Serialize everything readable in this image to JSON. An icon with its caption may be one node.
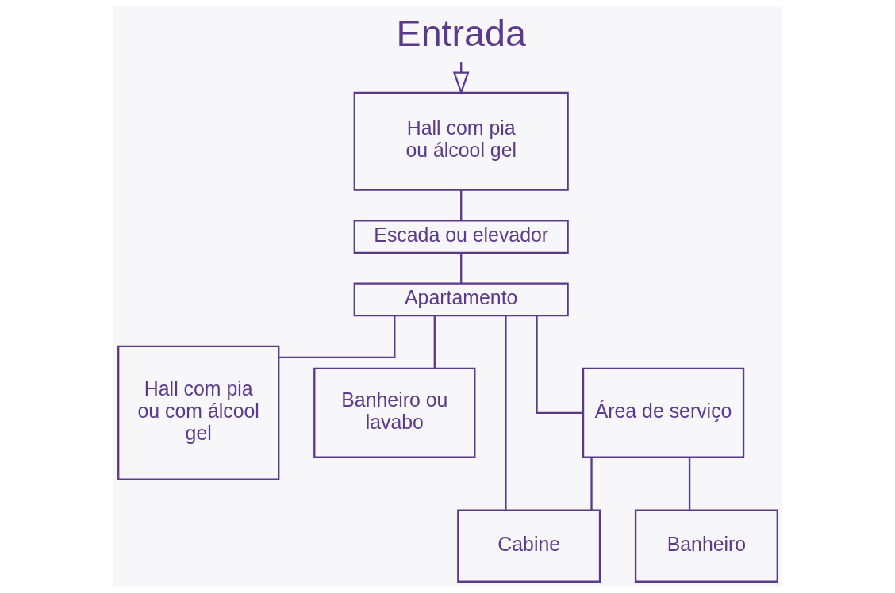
{
  "diagram": {
    "nodes": [
      {
        "text": [
          "Entrada"
        ]
      },
      {
        "text": [
          "Hall com pia ou álcool gel"
        ]
      },
      {
        "text": [
          "Escada ou elevador"
        ]
      },
      {
        "text": [
          "Apartamento"
        ]
      },
      {
        "text": [
          "Hall com pia ou com álcool gel"
        ]
      },
      {
        "text": [
          "Banheiro ou lavabo"
        ]
      },
      {
        "text": [
          "Área de serviço"
        ]
      },
      {
        "text": [
          "Cabine"
        ]
      },
      {
        "text": [
          "Banheiro"
        ]
      }
    ],
    "edges": [
      {
        "from": 0,
        "to": 1,
        "arrow": "to"
      },
      {
        "from": 1,
        "to": 2,
        "arrow": "none"
      },
      {
        "from": 2,
        "to": 3,
        "arrow": "none"
      },
      {
        "from": 3,
        "to": 4,
        "arrow": "none"
      },
      {
        "from": 3,
        "to": 5,
        "arrow": "none"
      },
      {
        "from": 3,
        "to": 6,
        "arrow": "none"
      },
      {
        "from": 3,
        "to": 7,
        "arrow": "none"
      },
      {
        "from": 6,
        "to": 7,
        "arrow": "none"
      },
      {
        "from": 6,
        "to": 8,
        "arrow": "none"
      }
    ]
  }
}
